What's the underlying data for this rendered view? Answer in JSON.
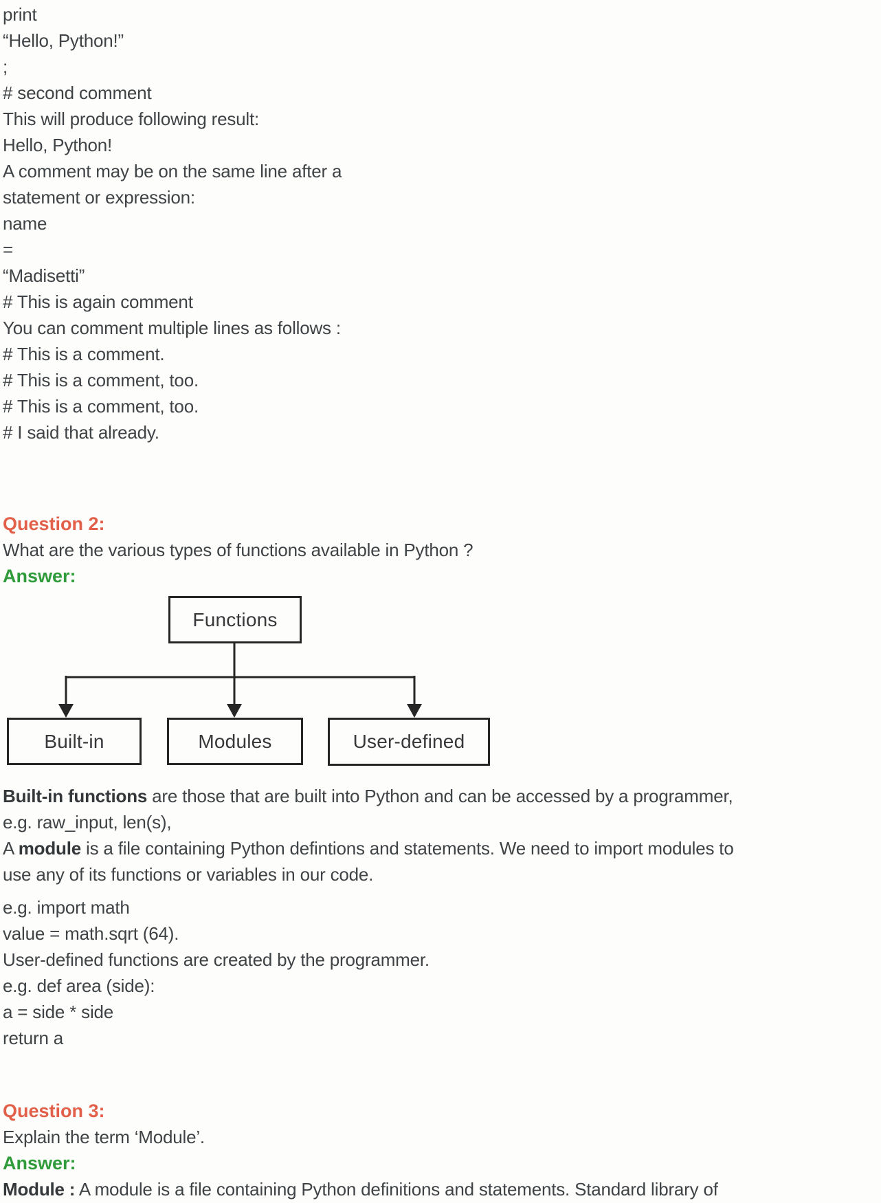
{
  "page": {
    "background": "#fdfdfb",
    "text_color": "#3f4346",
    "question_color": "#e2604a",
    "answer_color": "#2f9b3a"
  },
  "block1": {
    "lines": [
      "print",
      "“Hello, Python!”",
      ";",
      "# second comment",
      "This will produce following result:",
      "Hello, Python!",
      "A comment may be on the same line after a",
      "statement or expression:",
      "name",
      "=",
      "“Madisetti”",
      "# This is again comment",
      "You can comment multiple lines as follows :",
      "# This is a comment.",
      "# This is a comment, too.",
      "# This is a comment, too.",
      "# I said that already."
    ]
  },
  "question2": {
    "heading": "Question 2:",
    "question": "What are the various types of functions available in Python ?",
    "answer_label": "Answer:"
  },
  "diagram": {
    "root": "Functions",
    "children": [
      "Built-in",
      "Modules",
      "User-defined"
    ],
    "line_color": "#262626"
  },
  "answer2": {
    "line1_bold": "Built-in functions",
    "line1_rest": " are those that are built into Python and can be accessed by a programmer,",
    "line2": "e.g. raw_input, len(s),",
    "line3_pre": "A ",
    "line3_bold": "module",
    "line3_rest": " is a file containing Python defintions and statements. We need to import modules to",
    "line4": "use any of its functions or variables in our code.",
    "line5": "e.g. import math",
    "line6": "value = math.sqrt (64).",
    "line7": "User-defined functions are created by the programmer.",
    "line8": "e.g. def area (side):",
    "line9": "a = side * side",
    "line10": "return a"
  },
  "question3": {
    "heading": "Question 3:",
    "question": "Explain the term ‘Module’.",
    "answer_label": "Answer:",
    "answer_line_bold": "Module :",
    "answer_line_rest": " A module is a file containing Python definitions and statements. Standard library of"
  }
}
